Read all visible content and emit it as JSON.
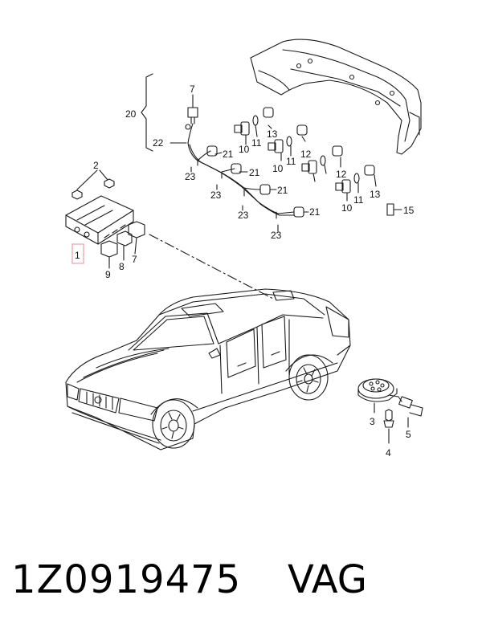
{
  "callouts": {
    "c1": "1",
    "c2": "2",
    "c3": "3",
    "c4": "4",
    "c5": "5",
    "c7a": "7",
    "c7b": "7",
    "c8": "8",
    "c9": "9",
    "c10a": "10",
    "c10b": "10",
    "c10c": "10",
    "c11a": "11",
    "c11b": "11",
    "c11c": "11",
    "c12a": "12",
    "c12b": "12",
    "c13a": "13",
    "c13b": "13",
    "c15": "15",
    "c20": "20",
    "c21a": "21",
    "c21b": "21",
    "c21c": "21",
    "c21d": "21",
    "c22": "22",
    "c23a": "23",
    "c23b": "23",
    "c23c": "23",
    "c23d": "23"
  },
  "footer": {
    "part_number": "1Z0919475",
    "brand": "VAG"
  },
  "colors": {
    "line": "#1a1a1a",
    "highlight_box": "#e8a0a8"
  }
}
